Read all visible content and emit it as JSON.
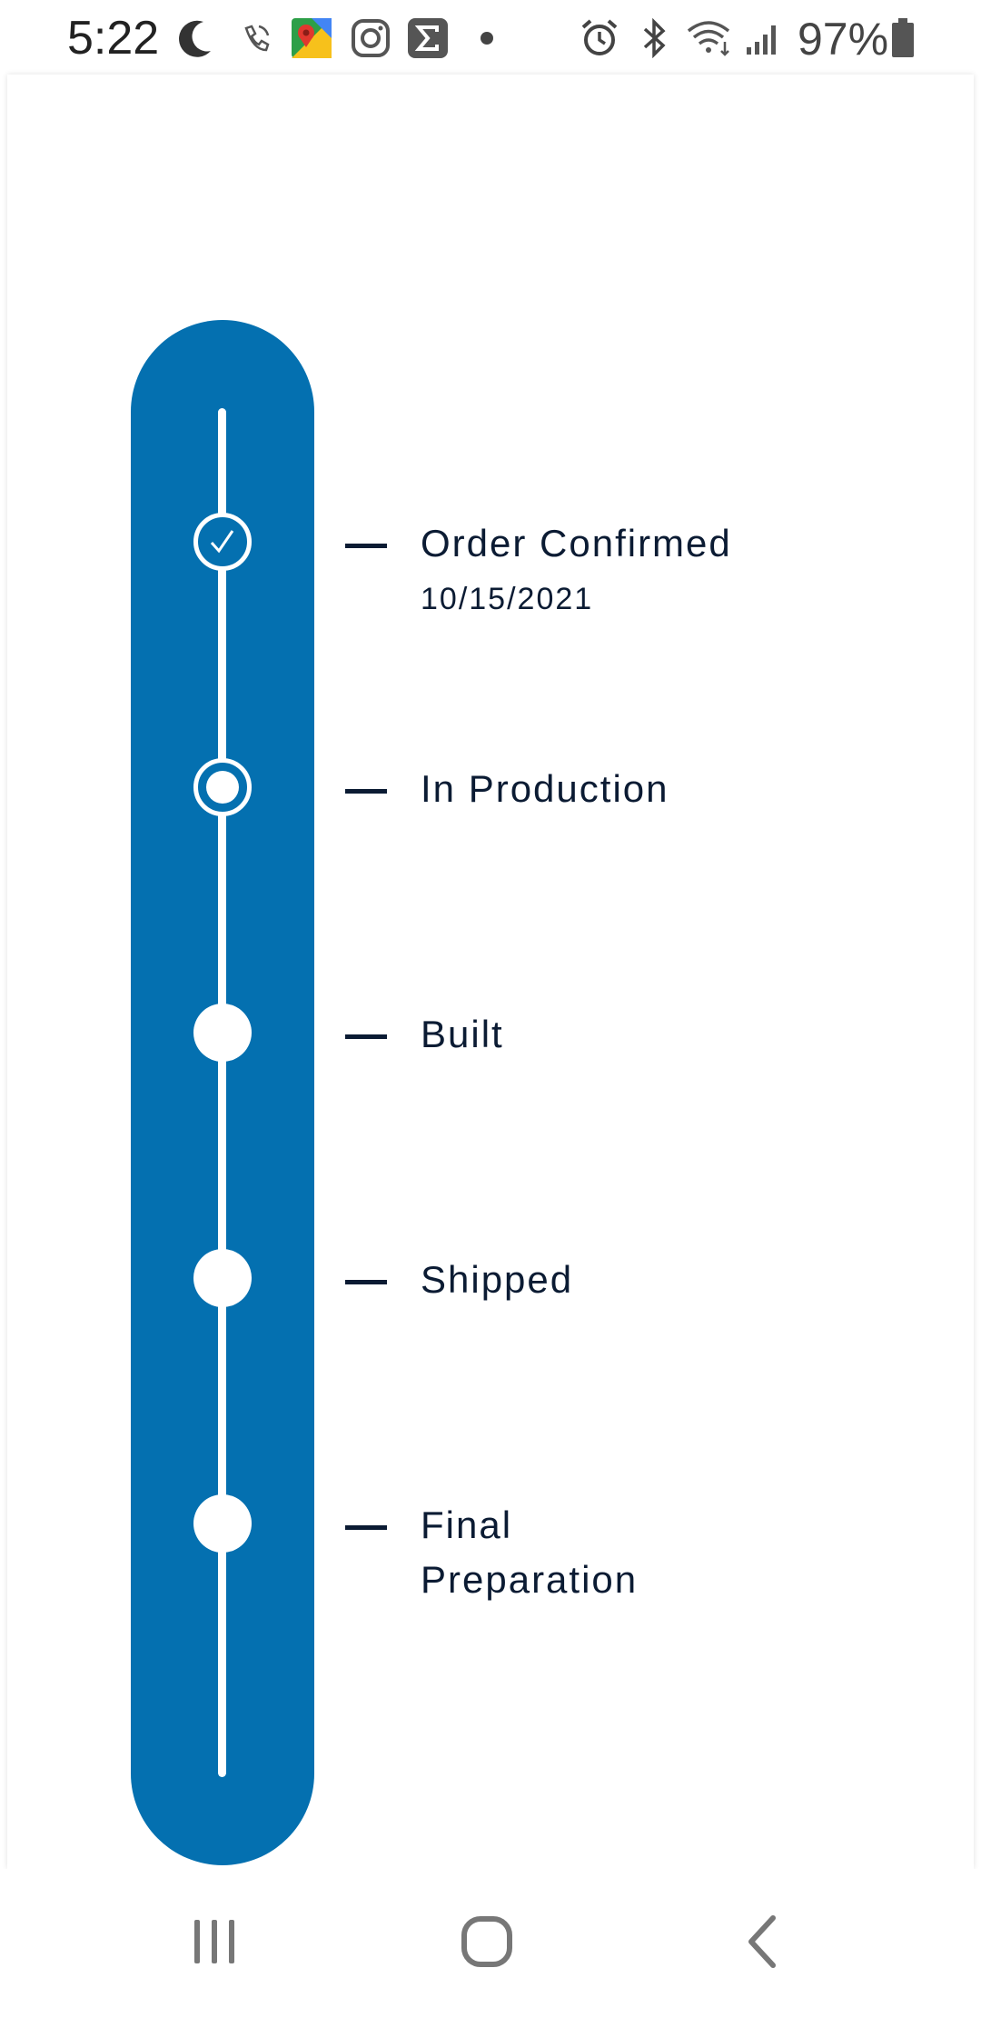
{
  "status_bar": {
    "time": "5:22",
    "battery_percent": "97%",
    "icons": [
      "moon-icon",
      "wifi-call-icon",
      "maps-icon",
      "instagram-icon",
      "sigma-app-icon",
      "dot-icon",
      "alarm-icon",
      "bluetooth-icon",
      "wifi-icon",
      "signal-icon",
      "battery-icon"
    ]
  },
  "timeline": {
    "accent_color": "#0470b0",
    "steps": [
      {
        "label": "Order Confirmed",
        "date": "10/15/2021",
        "state": "complete"
      },
      {
        "label": "In Production",
        "state": "current"
      },
      {
        "label": "Built",
        "state": "pending"
      },
      {
        "label": "Shipped",
        "state": "pending"
      },
      {
        "label_line1": "Final",
        "label_line2": "Preparation",
        "state": "pending"
      }
    ]
  },
  "nav_bar": {
    "buttons": [
      "recent-apps-button",
      "home-button",
      "back-button"
    ]
  }
}
